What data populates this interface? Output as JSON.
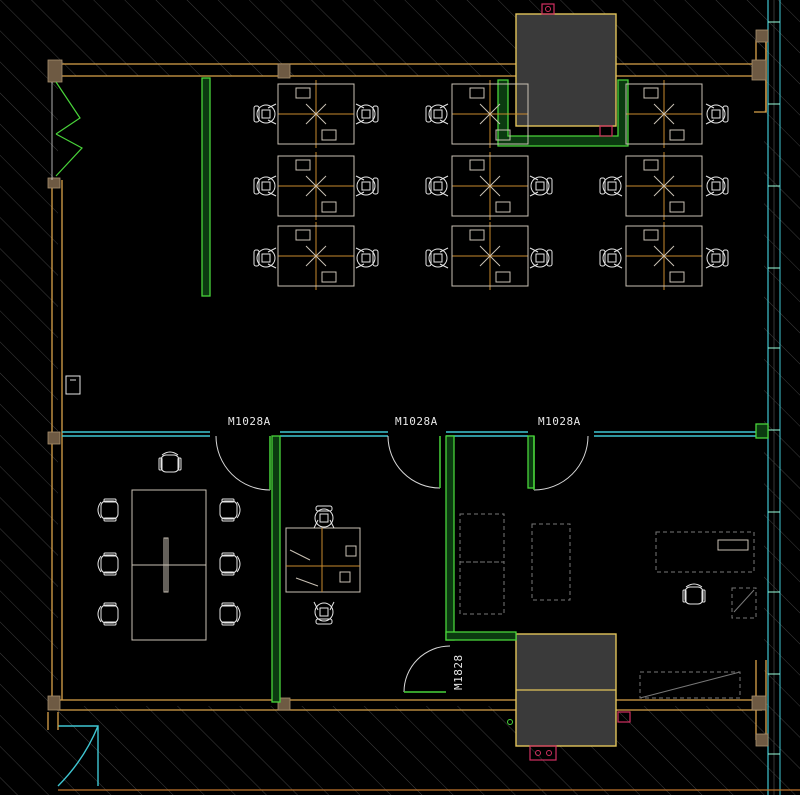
{
  "labels": {
    "door_1": "M1028A",
    "door_2": "M1028A",
    "door_3": "M1028A",
    "door_4": "M1828"
  },
  "colors": {
    "background": "#000000",
    "outer_wall": "#d9a24a",
    "glass_partition": "#3fc6d2",
    "green_wall": "#49d43a",
    "furniture": "#c9c1b4",
    "core_fill": "#3a3a3a"
  }
}
